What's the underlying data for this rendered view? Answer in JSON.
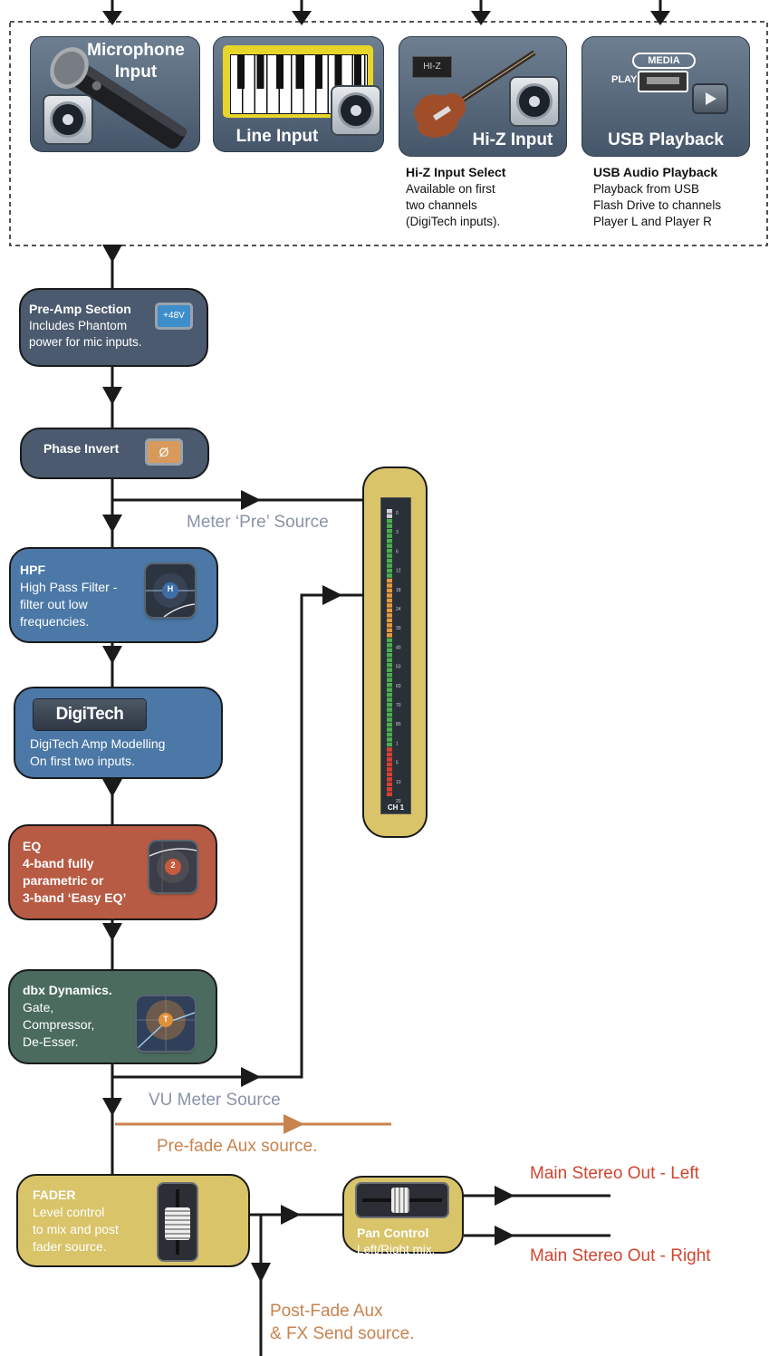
{
  "sources": {
    "mic": "Microphone\nInput",
    "line": "Line Input",
    "hiz": "Hi-Z Input",
    "hiz_tag": "HI-Z",
    "usb": "USB Playback",
    "usb_media": "MEDIA",
    "usb_play": "PLAY"
  },
  "notes": {
    "hiz_title": "Hi-Z Input Select",
    "hiz_body": "Available on first\ntwo channels\n(DigiTech inputs).",
    "usb_title": "USB Audio Playback",
    "usb_body": "Playback from USB\nFlash Drive to channels\nPlayer L and Player R"
  },
  "preamp": {
    "title": "Pre-Amp Section",
    "body": "Includes Phantom\npower for mic inputs.",
    "button": "+48V"
  },
  "phase": {
    "title": "Phase Invert",
    "button": "Ø"
  },
  "meter_pre": "Meter ‘Pre’ Source",
  "hpf": {
    "title": "HPF",
    "body": "High Pass Filter -\nfilter out low\nfrequencies.",
    "knob": "H"
  },
  "digitech": {
    "logo": "DigiTech",
    "body": "DigiTech Amp Modelling\nOn first two inputs."
  },
  "eq": {
    "title": "EQ",
    "body": "4-band fully\nparametric or\n3-band ‘Easy EQ’",
    "knob": "2"
  },
  "dbx": {
    "title": "dbx Dynamics.",
    "body": "Gate,\nCompressor,\nDe-Esser.",
    "knob": "T"
  },
  "vu_source": "VU Meter Source",
  "prefade_aux": "Pre-fade Aux source.",
  "fader": {
    "title": "FADER",
    "body": "Level control\nto mix and post\nfader source."
  },
  "pan": {
    "title": "Pan Control",
    "body": "Left/Right mix."
  },
  "main_left": "Main Stereo Out - Left",
  "main_right": "Main Stereo Out - Right",
  "postfade_aux": "Post-Fade Aux\n& FX Send source.",
  "meter": {
    "channel_label": "CH 1",
    "scale": [
      "0",
      "3",
      "6",
      "12",
      "18",
      "24",
      "30",
      "40",
      "50",
      "60",
      "70",
      "80",
      "1",
      "5",
      "10",
      "20"
    ],
    "colors": {
      "green": "#4ab04a",
      "orange": "#e89a3a",
      "red": "#d84030",
      "frame": "#d9c46a"
    }
  },
  "colors": {
    "slate": "#4b5a6e",
    "blue": "#4b78a6",
    "eq_red": "#b85b44",
    "dbx_green": "#4a6b5e",
    "fader_yellow": "#d9c46a",
    "wire": "#1a1a1a",
    "aux_orange": "#c8834f"
  }
}
